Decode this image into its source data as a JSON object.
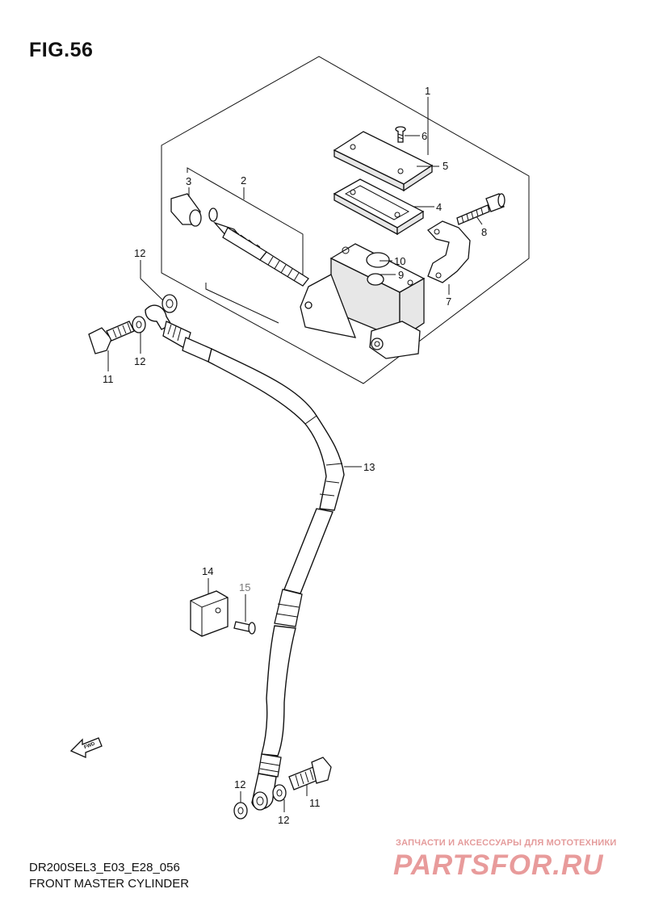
{
  "figure": {
    "title": "FIG.56",
    "model_code": "DR200SEL3_E03_E28_056",
    "caption": "FRONT MASTER CYLINDER"
  },
  "labels": {
    "p1": "1",
    "p2": "2",
    "p3": "3",
    "p4": "4",
    "p5": "5",
    "p6": "6",
    "p7": "7",
    "p8": "8",
    "p9": "9",
    "p10": "10",
    "p11a": "11",
    "p11b": "11",
    "p12a": "12",
    "p12b": "12",
    "p12c": "12",
    "p12d": "12",
    "p13": "13",
    "p14": "14",
    "p15": "15"
  },
  "direction": {
    "fwd": "FWD"
  },
  "watermark": {
    "tagline": "ЗАПЧАСТИ И АКСЕССУАРЫ ДЛЯ МОТОТЕХНИКИ",
    "site": "PARTSFOR.RU"
  },
  "colors": {
    "ink": "#111111",
    "watermark_red": "#d23a3a"
  }
}
